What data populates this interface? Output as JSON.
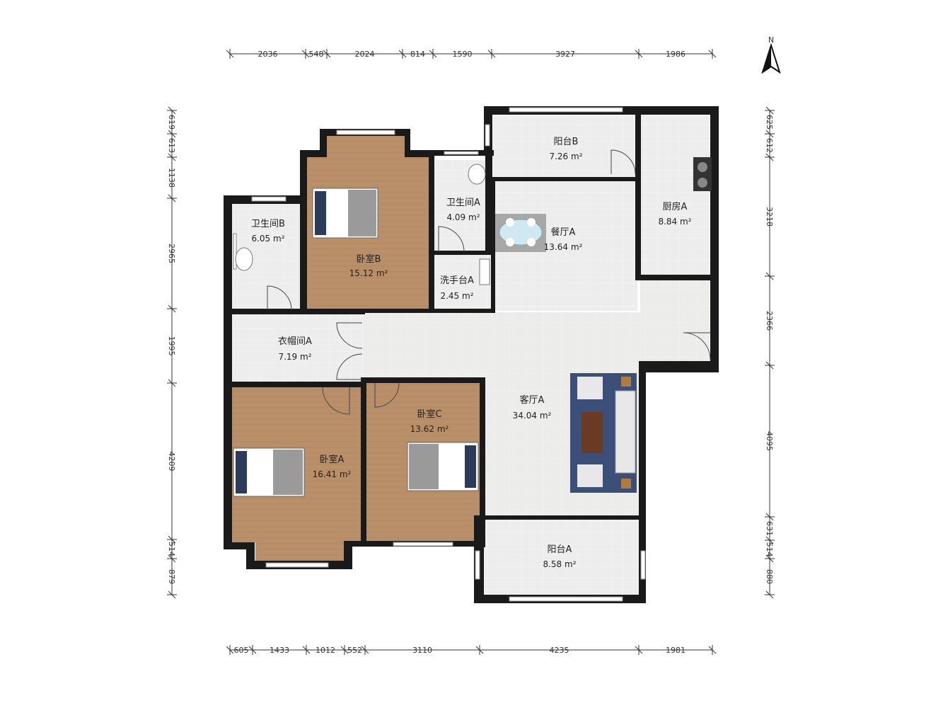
{
  "compass": {
    "label": "N",
    "icon": "north-arrow-icon"
  },
  "rooms": [
    {
      "id": "bedroom-b",
      "name": "卧室B",
      "area": "15.12 m²"
    },
    {
      "id": "bathroom-a",
      "name": "卫生间A",
      "area": "4.09 m²"
    },
    {
      "id": "balcony-b",
      "name": "阳台B",
      "area": "7.26 m²"
    },
    {
      "id": "kitchen-a",
      "name": "厨房A",
      "area": "8.84 m²"
    },
    {
      "id": "bathroom-b",
      "name": "卫生间B",
      "area": "6.05 m²"
    },
    {
      "id": "dining-a",
      "name": "餐厅A",
      "area": "13.64 m²"
    },
    {
      "id": "washbasin-a",
      "name": "洗手台A",
      "area": "2.45 m²"
    },
    {
      "id": "cloakroom-a",
      "name": "衣帽间A",
      "area": "7.19 m²"
    },
    {
      "id": "living-a",
      "name": "客厅A",
      "area": "34.04 m²"
    },
    {
      "id": "bedroom-c",
      "name": "卧室C",
      "area": "13.62 m²"
    },
    {
      "id": "bedroom-a",
      "name": "卧室A",
      "area": "16.41 m²"
    },
    {
      "id": "balcony-a",
      "name": "阳台A",
      "area": "8.58 m²"
    }
  ],
  "dimensions": {
    "top": [
      "2036",
      "548",
      "2024",
      "814",
      "1590",
      "3927",
      "1986"
    ],
    "bottom": [
      "605",
      "1433",
      "1012",
      "552",
      "3110",
      "4235",
      "1981"
    ],
    "left": [
      "619",
      "613",
      "1138",
      "2965",
      "1995",
      "4209",
      "514",
      "879"
    ],
    "right": [
      "625",
      "612",
      "3218",
      "2366",
      "4095",
      "631",
      "514",
      "880"
    ]
  },
  "colors": {
    "wall": "#1a1a1a",
    "wood_floor": "#b8906a",
    "tile_floor": "#eeeeee",
    "living_floor": "#ececec",
    "rug": "#3c4f78"
  }
}
